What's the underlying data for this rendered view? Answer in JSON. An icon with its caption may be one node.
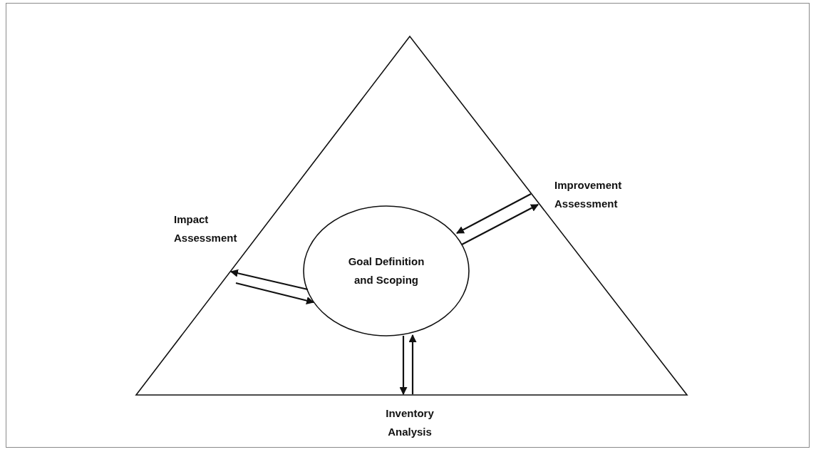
{
  "diagram": {
    "nodes": [
      {
        "text": [],
        "shape": "triangle"
      },
      {
        "text": [
          "Goal Definition and Scoping"
        ],
        "in": 0
      },
      {
        "text": [
          "Impact Assessment"
        ]
      },
      {
        "text": [
          "Improvement Assessment"
        ]
      },
      {
        "text": [
          "Inventory Analysis"
        ]
      }
    ],
    "edges": [
      {
        "from": 1,
        "to": 2,
        "arrow": "to"
      },
      {
        "from": 2,
        "to": 1,
        "arrow": "to"
      },
      {
        "from": 3,
        "to": 1,
        "arrow": "to"
      },
      {
        "from": 1,
        "to": 3,
        "arrow": "to"
      },
      {
        "from": 1,
        "to": 4,
        "arrow": "to"
      },
      {
        "from": 4,
        "to": 1,
        "arrow": "to"
      }
    ]
  }
}
